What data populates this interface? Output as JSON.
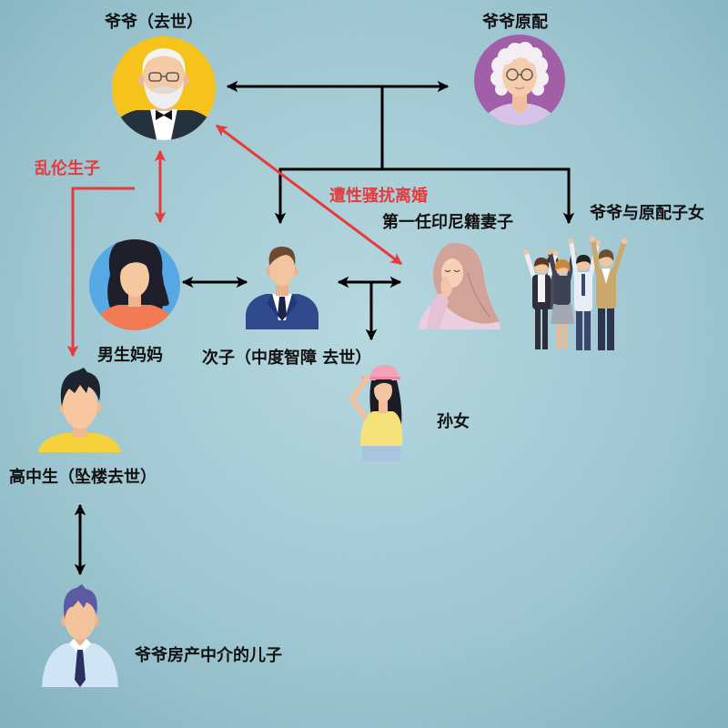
{
  "nodes": {
    "grandpa": {
      "label": "爷爷（去世）",
      "icon": "old-man-avatar-icon"
    },
    "grandma": {
      "label": "爷爷原配",
      "icon": "old-woman-avatar-icon"
    },
    "first_wife": {
      "label": "第一任印尼籍妻子",
      "icon": "hijab-woman-avatar-icon"
    },
    "grandpa_children": {
      "label": "爷爷与原配子女",
      "icon": "group-people-icon"
    },
    "second_son": {
      "label": "次子（中度智障 去世）",
      "icon": "man-in-suit-avatar-icon"
    },
    "boy_mother": {
      "label": "男生妈妈",
      "icon": "woman-avatar-icon"
    },
    "granddaughter": {
      "label": "孙女",
      "icon": "girl-avatar-icon"
    },
    "high_school_student": {
      "label": "高中生（坠楼去世）",
      "icon": "young-man-avatar-icon"
    },
    "agent_son": {
      "label": "爷爷房产中介的儿子",
      "icon": "man-with-tie-avatar-icon"
    }
  },
  "relations": {
    "incest": {
      "label": "乱伦生子"
    },
    "harassment_divorce": {
      "label": "遭性骚扰离婚"
    }
  },
  "colors": {
    "background": "#9cc4cf",
    "arrow": "#000000",
    "highlight_arrow": "#e8393b",
    "label_text": "#111111",
    "highlight_text": "#e8393b"
  }
}
